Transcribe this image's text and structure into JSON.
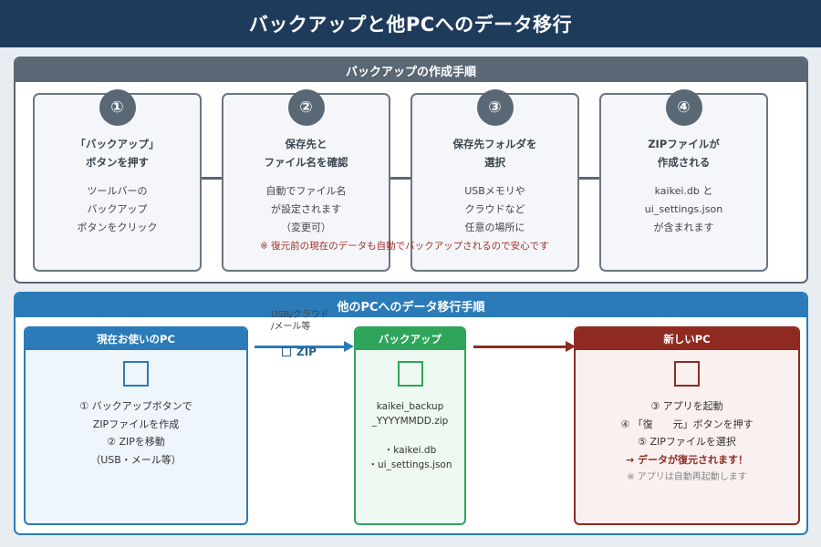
{
  "header": {
    "title": "バックアップと他PCへのデータ移行"
  },
  "backup_section": {
    "title": "バックアップの作成手順",
    "steps": [
      {
        "num": "①",
        "title": [
          "「バックアップ」",
          "ボタンを押す"
        ],
        "desc": [
          "ツールバーの",
          "バックアップ",
          "ボタンをクリック"
        ]
      },
      {
        "num": "②",
        "title": [
          "保存先と",
          "ファイル名を確認"
        ],
        "desc": [
          "自動でファイル名",
          "が設定されます",
          "（変更可）"
        ]
      },
      {
        "num": "③",
        "title": [
          "保存先フォルダを",
          "選択"
        ],
        "desc": [
          "USBメモリや",
          "クラウドなど",
          "任意の場所に"
        ]
      },
      {
        "num": "④",
        "title": [
          "ZIPファイルが",
          "作成される"
        ],
        "desc": [
          "kaikei.db と",
          "ui_settings.json",
          "が含まれます"
        ]
      }
    ],
    "note": "※ 復元前の現在のデータも自動でバックアップされるので安心です"
  },
  "migration_section": {
    "title": "他のPCへのデータ移行手順",
    "arrow_note": [
      "USB/クラウド",
      "/メール等"
    ],
    "arrow_label": "ZIP",
    "current_pc": {
      "title": "現在お使いのPC",
      "lines": [
        "① バックアップボタンで",
        "ZIPファイルを作成",
        "② ZIPを移動",
        "（USB・メール等）"
      ]
    },
    "backup_file": {
      "title": "バックアップ",
      "lines": [
        "kaikei_backup",
        "_YYYYMMDD.zip",
        "",
        "・kaikei.db",
        "・ui_settings.json"
      ]
    },
    "new_pc": {
      "title": "新しいPC",
      "lines": [
        "③ アプリを起動",
        "④ 「復　　元」ボタンを押す",
        "⑤ ZIPファイルを選択"
      ],
      "highlight": "→ データが復元されます！",
      "footnote": "※ アプリは自動再起動します"
    }
  }
}
